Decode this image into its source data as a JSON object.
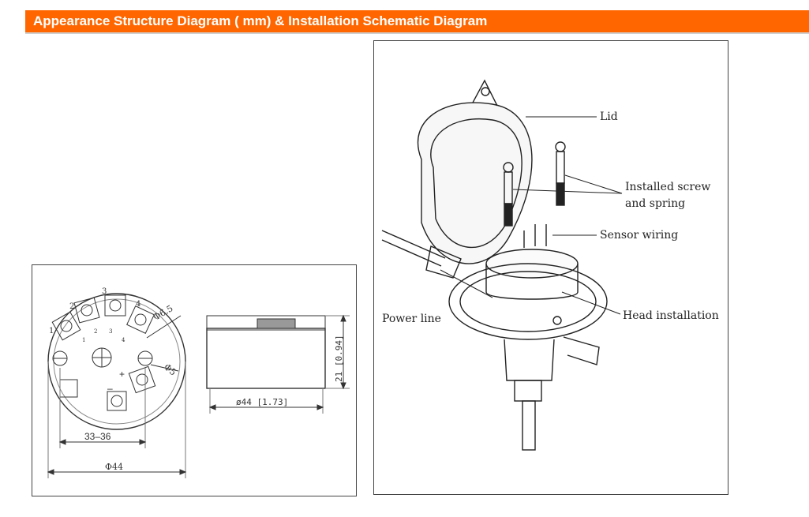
{
  "header": {
    "title": "Appearance Structure Diagram ( mm) & Installation Schematic Diagram",
    "background_color": "#ff6600",
    "text_color": "#ffffff"
  },
  "dimension_drawing": {
    "terminal_numbers": [
      "1",
      "2",
      "3",
      "4"
    ],
    "terminal_marks": [
      "1",
      "2",
      "3",
      "4"
    ],
    "hole_diameter": "Φ6.5",
    "mount_hole_diameter": "Φ5",
    "hole_spacing": "33–36",
    "outer_diameter": "Φ44",
    "polarity_plus": "+",
    "polarity_minus": "–",
    "height": "21 [0.94]",
    "width": "ø44 [1.73]"
  },
  "installation_diagram": {
    "labels": {
      "lid": "Lid",
      "screw_line1": "Installed screw",
      "screw_line2": "and spring",
      "sensor_wiring": "Sensor wiring",
      "power_line": "Power line",
      "head_installation": "Head installation"
    }
  }
}
